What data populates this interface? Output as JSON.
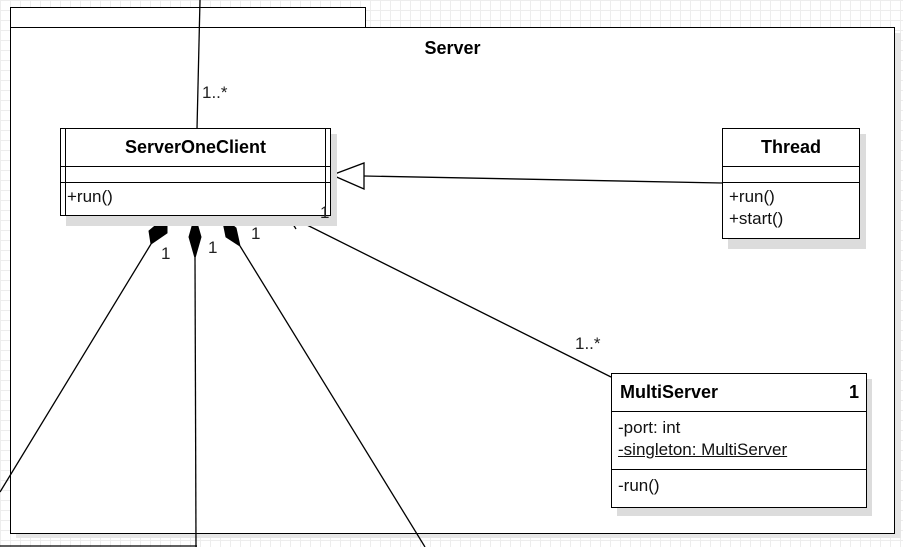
{
  "package": {
    "name": "Server"
  },
  "classes": {
    "server_one_client": {
      "name": "ServerOneClient",
      "attributes": [],
      "operations": [
        "+run()"
      ]
    },
    "thread": {
      "name": "Thread",
      "attributes": [],
      "operations": [
        "+run()",
        "+start()"
      ]
    },
    "multi_server": {
      "name": "MultiServer",
      "multiplicity": "1",
      "attributes": [
        {
          "prefix": "-",
          "text": "port: int",
          "static": false
        },
        {
          "prefix": "-",
          "text": "singleton: MultiServer",
          "static": true
        }
      ],
      "operations": [
        "-run()"
      ]
    }
  },
  "multiplicities": {
    "top_link": "1..*",
    "composition_left": "1",
    "composition_middle": "1",
    "composition_right": "1",
    "multi_to_client_near_client": "1",
    "multi_to_client_near_multi": "1..*"
  }
}
